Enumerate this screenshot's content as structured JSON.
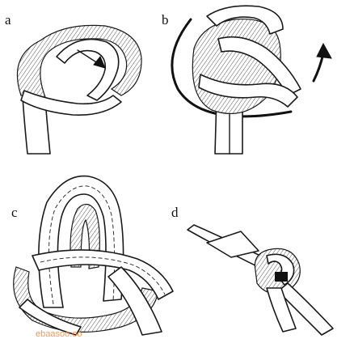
{
  "panels": [
    {
      "id": "a",
      "label": "a"
    },
    {
      "id": "b",
      "label": "b"
    },
    {
      "id": "c",
      "label": "c"
    },
    {
      "id": "d",
      "label": "d"
    }
  ],
  "colors": {
    "ink": "#1a1a1a",
    "paper": "#ffffff",
    "watermark": "#f08a3a"
  },
  "watermark": {
    "text": "ebaasoo.oo"
  }
}
